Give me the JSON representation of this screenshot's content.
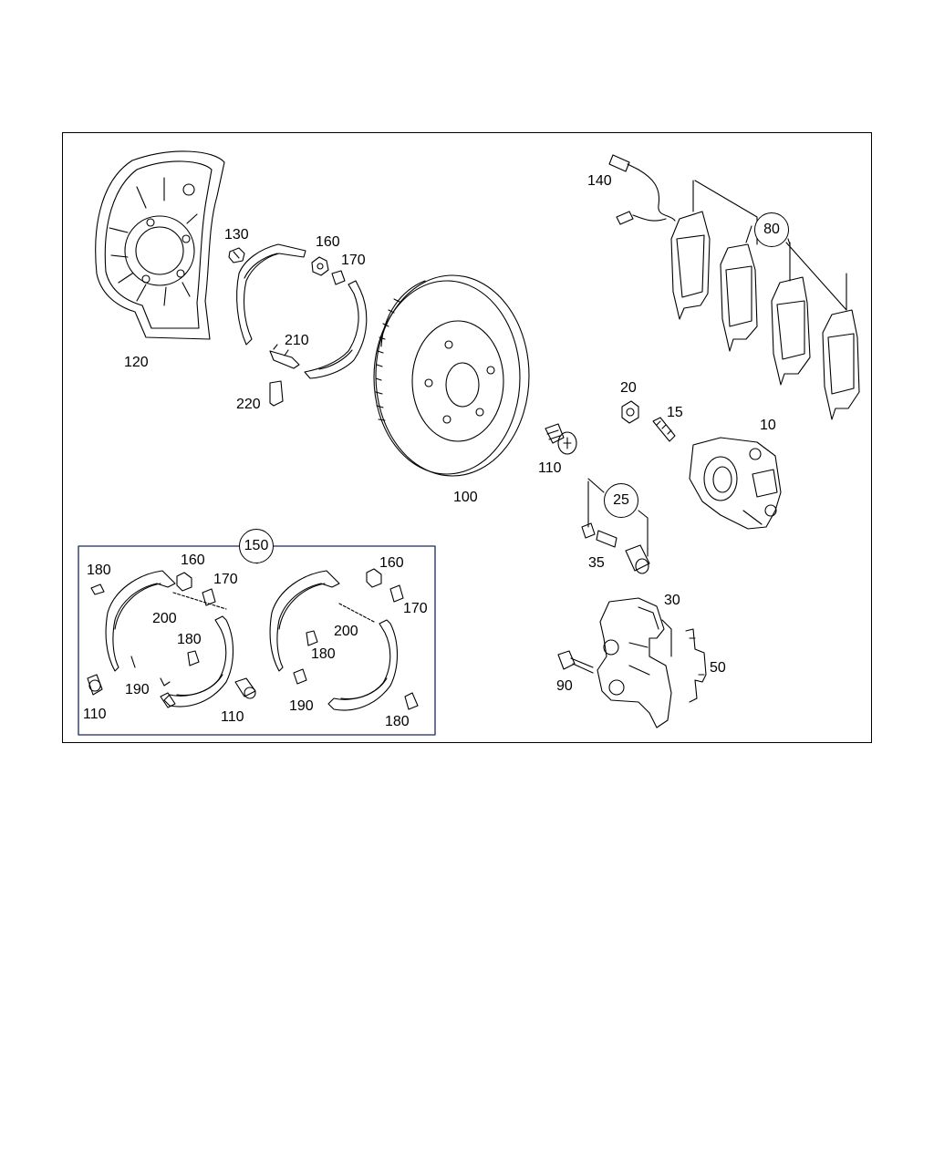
{
  "labels": {
    "l120": "120",
    "l130": "130",
    "l160a": "160",
    "l170a": "170",
    "l210": "210",
    "l220": "220",
    "l100": "100",
    "l140": "140",
    "l80": "80",
    "l20": "20",
    "l15": "15",
    "l10": "10",
    "l110a": "110",
    "l25": "25",
    "l35": "35",
    "l30": "30",
    "l50": "50",
    "l90": "90",
    "l150": "150",
    "k180a": "180",
    "k160a": "160",
    "k170a": "170",
    "k200a": "200",
    "k180b": "180",
    "k190a": "190",
    "k110a": "110",
    "k110b": "110",
    "k160b": "160",
    "k170b": "170",
    "k200b": "200",
    "k180c": "180",
    "k190b": "190",
    "k180d": "180"
  },
  "colors": {
    "line": "#000000",
    "navy_border": "#1a2a5a"
  }
}
